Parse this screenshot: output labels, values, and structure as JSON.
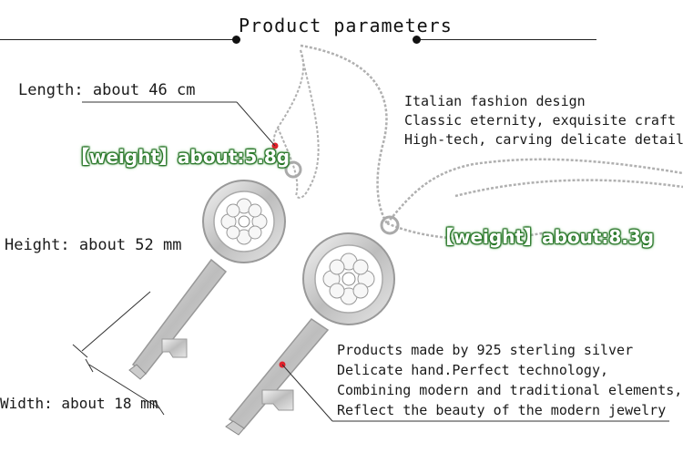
{
  "header": {
    "title": "Product parameters"
  },
  "specs": {
    "length": "Length: about 46 cm",
    "height": "Height: about 52 mm",
    "width": "Width: about 18 mm"
  },
  "weights": {
    "small": "【weight】about:5.8g",
    "large": "【weight】about:8.3g"
  },
  "design_lines": [
    "Italian fashion design",
    "Classic eternity, exquisite craft",
    "High-tech, carving delicate details"
  ],
  "material_lines": [
    "Products made by 925 sterling silver",
    "Delicate hand.Perfect technology,",
    "Combining modern and traditional elements,",
    "Reflect the beauty of the modern jewelry"
  ],
  "colors": {
    "marker": "#e0202a",
    "weight_outline": "#2c7d2c",
    "silver": "#c8c8c8"
  }
}
